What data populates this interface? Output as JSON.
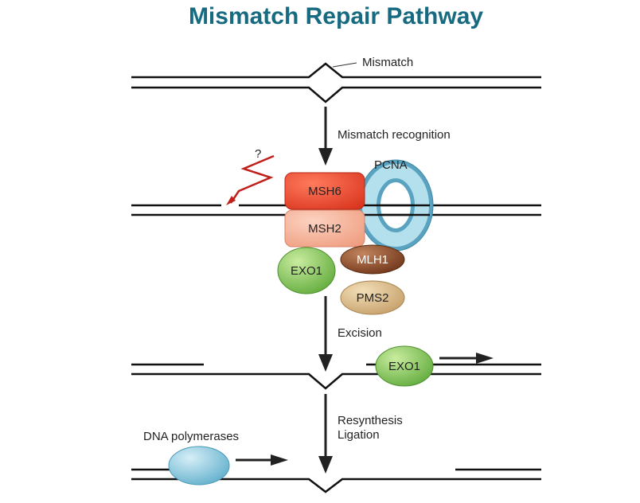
{
  "title": "Mismatch Repair Pathway",
  "labels": {
    "mismatch": "Mismatch",
    "recognition": "Mismatch recognition",
    "pcna": "PCNA",
    "question": "?",
    "excision": "Excision",
    "resynthesis": "Resynthesis",
    "ligation": "Ligation",
    "dna_polymerases": "DNA polymerases"
  },
  "proteins": {
    "msh6": "MSH6",
    "msh2": "MSH2",
    "exo1": "EXO1",
    "mlh1": "MLH1",
    "pms2": "PMS2",
    "exo1_excision": "EXO1"
  },
  "colors": {
    "title": "#176b80",
    "msh6": "#e0402a",
    "msh2": "#f2a98c",
    "exo1": "#7cc35a",
    "mlh1": "#8a4a2c",
    "pms2": "#d9bb8c",
    "pcna": "#8fc8dc",
    "dna_polymerase": "#8cc9df",
    "signal": "#c0201a"
  }
}
